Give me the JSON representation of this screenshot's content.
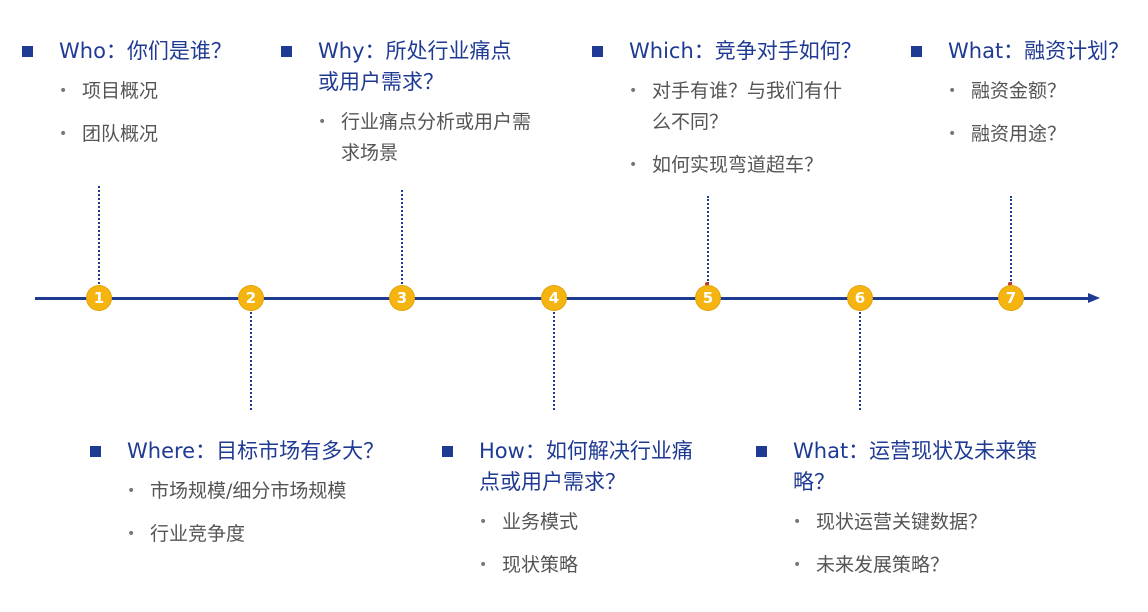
{
  "blocks": [
    {
      "heading": "Who：你们是谁？",
      "items": [
        "项目概况",
        "团队概况"
      ]
    },
    {
      "heading": "Why：所处行业痛点或用户需求？",
      "items": [
        "行业痛点分析或用户需求场景"
      ]
    },
    {
      "heading": "Which：竞争对手如何？",
      "items": [
        "对手有谁？与我们有什么不同？",
        "如何实现弯道超车？"
      ]
    },
    {
      "heading": "What：融资计划？",
      "items": [
        "融资金额？",
        "融资用途？"
      ]
    },
    {
      "heading": "Where：目标市场有多大？",
      "items": [
        "市场规模/细分市场规模",
        "行业竞争度"
      ]
    },
    {
      "heading": "How：如何解决行业痛点或用户需求？",
      "items": [
        "业务模式",
        "现状策略"
      ]
    },
    {
      "heading": "What：运营现状及未来策略？",
      "items": [
        "现状运营关键数据？",
        "未来发展策略？"
      ]
    }
  ],
  "markers": [
    "1",
    "2",
    "3",
    "4",
    "5",
    "6",
    "7"
  ],
  "colors": {
    "accent": "#1f3a93",
    "marker": "#f5b40f",
    "text": "#555555"
  }
}
